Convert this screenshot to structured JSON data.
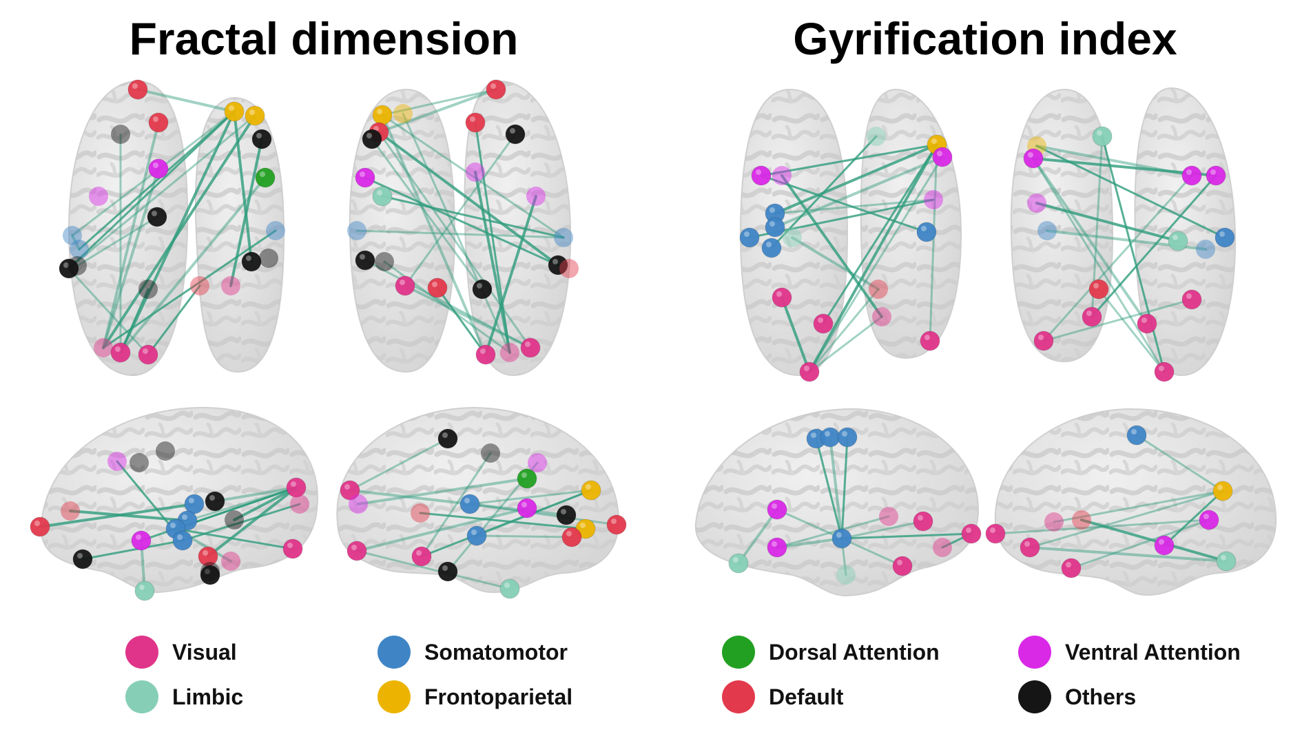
{
  "panels": {
    "fractal": {
      "title": "Fractal dimension"
    },
    "gyrification": {
      "title": "Gyrification index"
    }
  },
  "colors": {
    "visual": "#e0348a",
    "somatomotor": "#3f85c6",
    "dorsal_attention": "#22a022",
    "ventral_attention": "#d928e6",
    "limbic": "#86cfb6",
    "frontoparietal": "#ecb400",
    "default": "#e3394c",
    "others": "#151515",
    "edge": "#2e9c7c",
    "brain_fill": "#e4e4e4",
    "brain_pattern": "#c6c6c6"
  },
  "legend": [
    {
      "label": "Visual",
      "color": "#e0348a"
    },
    {
      "label": "Limbic",
      "color": "#86cfb6"
    },
    {
      "label": "Somatomotor",
      "color": "#3f85c6"
    },
    {
      "label": "Frontoparietal",
      "color": "#ecb400"
    },
    {
      "label": "Dorsal Attention",
      "color": "#22a022"
    },
    {
      "label": "Default",
      "color": "#e3394c"
    },
    {
      "label": "Ventral Attention",
      "color": "#d928e6"
    },
    {
      "label": "Others",
      "color": "#151515"
    }
  ]
}
